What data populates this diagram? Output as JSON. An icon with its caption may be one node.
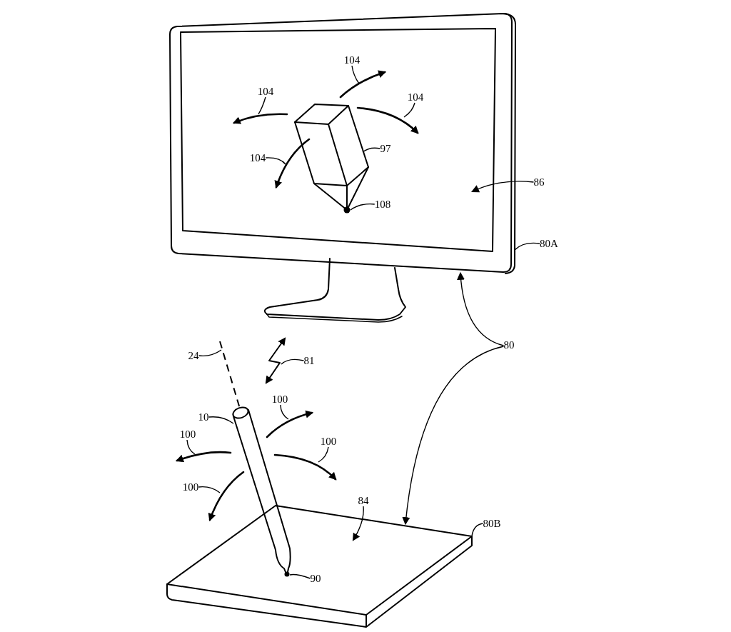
{
  "diagram": {
    "nodes": [
      {
        "text": [],
        "shape": "picture"
      },
      {
        "text": [],
        "shape": "box",
        "in": 0
      },
      {
        "text": [],
        "shape": "picture",
        "in": 1
      },
      {
        "text": [],
        "shape": "circle",
        "in": 1
      },
      {
        "text": [],
        "shape": "arrow",
        "in": 1
      },
      {
        "text": [],
        "shape": "arrow",
        "in": 1
      },
      {
        "text": [],
        "shape": "arrow",
        "in": 1
      },
      {
        "text": [],
        "shape": "arrow",
        "in": 1
      },
      {
        "text": [],
        "shape": "picture"
      },
      {
        "text": [],
        "shape": "circle",
        "in": 17
      },
      {
        "text": [],
        "shape": "arrow"
      },
      {
        "text": [],
        "shape": "arrow"
      },
      {
        "text": [],
        "shape": "arrow"
      },
      {
        "text": [],
        "shape": "arrow"
      },
      {
        "text": [],
        "shape": "line"
      },
      {
        "text": [],
        "shape": "bolt"
      },
      {
        "text": [],
        "shape": "picture"
      },
      {
        "text": [],
        "shape": "box",
        "in": 16
      },
      {
        "text": [
          "104"
        ],
        "in": 1
      },
      {
        "text": [
          "104"
        ],
        "in": 1
      },
      {
        "text": [
          "104"
        ],
        "in": 1
      },
      {
        "text": [
          "104"
        ],
        "in": 1
      },
      {
        "text": [
          "97"
        ],
        "in": 1
      },
      {
        "text": [
          "86"
        ]
      },
      {
        "text": [
          "108"
        ],
        "in": 1
      },
      {
        "text": [
          "80A"
        ]
      },
      {
        "text": [
          "80"
        ]
      },
      {
        "text": [
          "24"
        ]
      },
      {
        "text": [
          "81"
        ]
      },
      {
        "text": [
          "10"
        ]
      },
      {
        "text": [
          "100"
        ]
      },
      {
        "text": [
          "100"
        ]
      },
      {
        "text": [
          "100"
        ]
      },
      {
        "text": [
          "100"
        ]
      },
      {
        "text": [
          "84"
        ]
      },
      {
        "text": [
          "80B"
        ]
      },
      {
        "text": [
          "90"
        ],
        "in": 17
      }
    ],
    "edges": [
      {
        "from": 18,
        "to": 6,
        "arrow": "none"
      },
      {
        "from": 19,
        "to": 4,
        "arrow": "none"
      },
      {
        "from": 20,
        "to": 7,
        "arrow": "none"
      },
      {
        "from": 21,
        "to": 5,
        "arrow": "none"
      },
      {
        "from": 22,
        "to": 2,
        "arrow": "none"
      },
      {
        "from": 23,
        "to": 1,
        "arrow": "to"
      },
      {
        "from": 24,
        "to": 3,
        "arrow": "none"
      },
      {
        "from": 25,
        "to": 0,
        "arrow": "none"
      },
      {
        "from": 26,
        "to": 0,
        "arrow": "to"
      },
      {
        "from": 26,
        "to": 16,
        "arrow": "to"
      },
      {
        "from": 27,
        "to": 14,
        "arrow": "none"
      },
      {
        "from": 28,
        "to": 15,
        "arrow": "none"
      },
      {
        "from": 29,
        "to": 8,
        "arrow": "none"
      },
      {
        "from": 30,
        "to": 10,
        "arrow": "none"
      },
      {
        "from": 31,
        "to": 11,
        "arrow": "none"
      },
      {
        "from": 32,
        "to": 12,
        "arrow": "none"
      },
      {
        "from": 33,
        "to": 13,
        "arrow": "none"
      },
      {
        "from": 34,
        "to": 17,
        "arrow": "to"
      },
      {
        "from": 35,
        "to": 16,
        "arrow": "none"
      },
      {
        "from": 36,
        "to": 9,
        "arrow": "none"
      }
    ]
  }
}
